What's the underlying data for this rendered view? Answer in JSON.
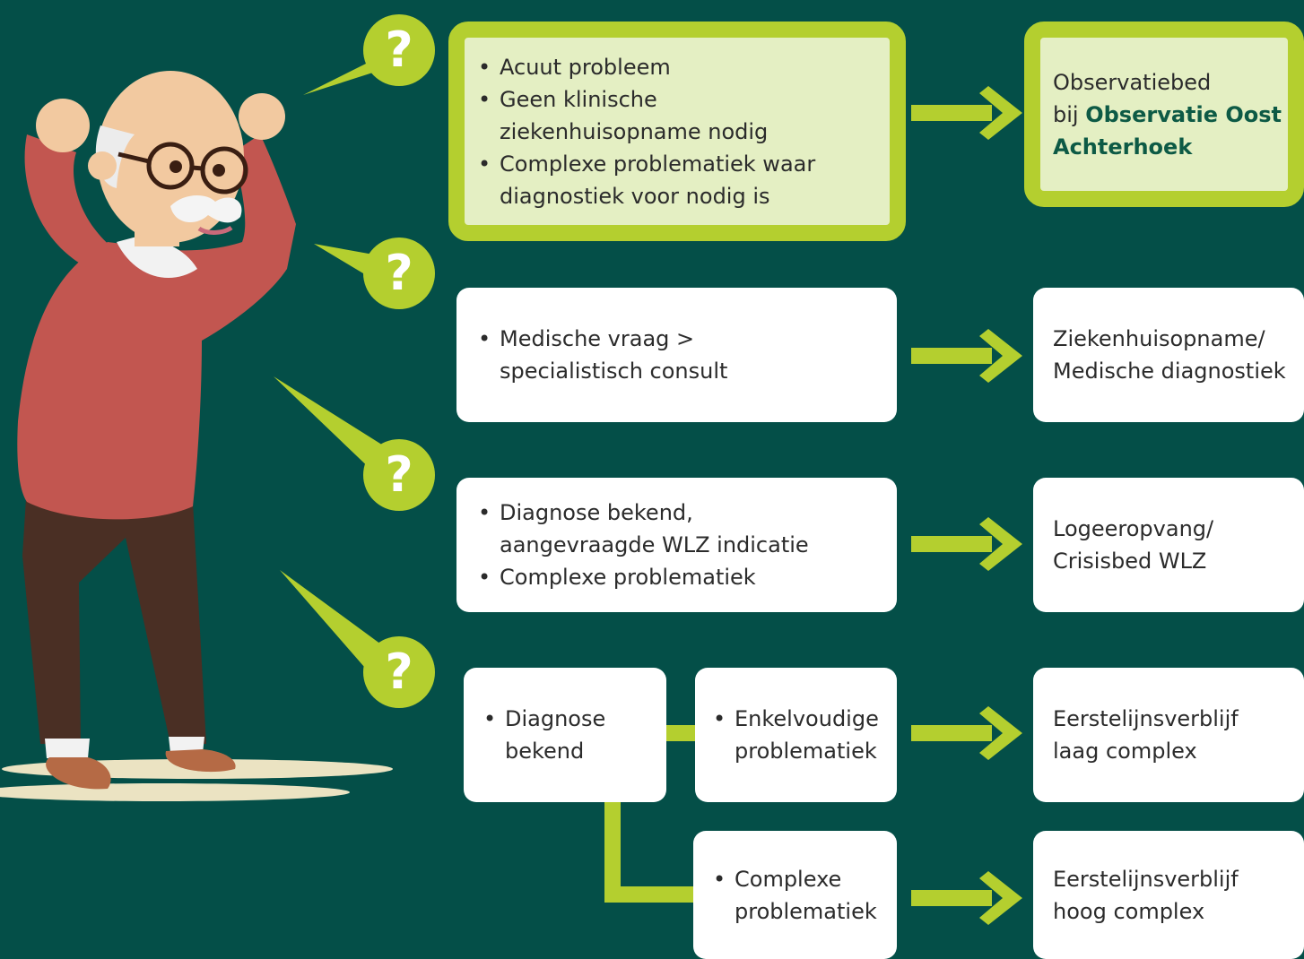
{
  "colors": {
    "background": "#044f48",
    "accent": "#b4cf2f",
    "box": "#ffffff",
    "highlight_fill": "#e4efc3",
    "highlight_text": "#0d5a45"
  },
  "question_mark": "?",
  "rows": [
    {
      "criteria": [
        "Acuut probleem",
        "Geen klinische ziekenhuisopname nodig",
        "Complexe problematiek waar diagnostiek voor nodig is"
      ],
      "result_line1": "Observatiebed",
      "result_prefix": "bij",
      "result_bold": "Observatie Oost Achterhoek"
    },
    {
      "criteria": [
        "Medische vraag > specialistisch consult"
      ],
      "result_line1": "Ziekenhuisopname/",
      "result_line2": "Medische diagnostiek"
    },
    {
      "criteria": [
        "Diagnose bekend, aangevraagde WLZ indicatie",
        "Complexe problematiek"
      ],
      "result_line1": "Logeeropvang/",
      "result_line2": "Crisisbed WLZ"
    },
    {
      "criteria": [
        "Diagnose bekend"
      ],
      "branches": [
        {
          "criteria": "Enkelvoudige problematiek",
          "result_line1": "Eerstelijnsverblijf",
          "result_line2": "laag complex"
        },
        {
          "criteria": "Complexe problematiek",
          "result_line1": "Eerstelijnsverblijf",
          "result_line2": "hoog complex"
        }
      ]
    }
  ]
}
